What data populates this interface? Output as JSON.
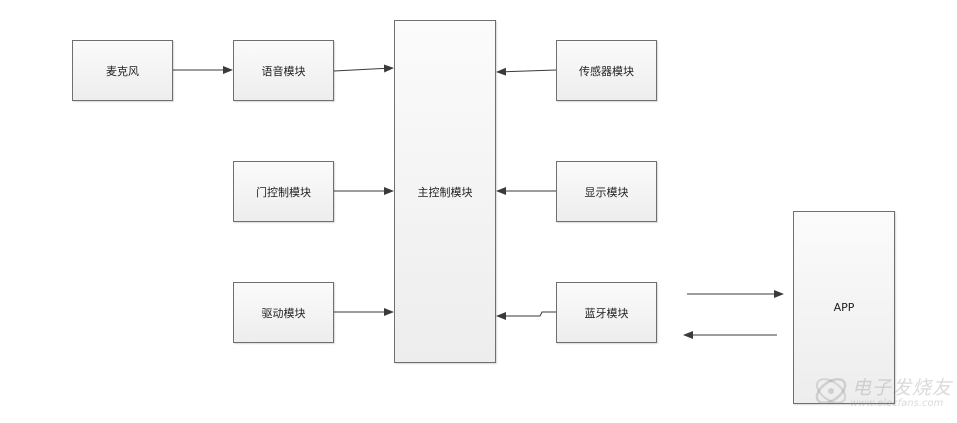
{
  "colors": {
    "line": "#3a3a3a",
    "box_border": "#6f6f6f",
    "box_fill_top": "#fbfbfb",
    "box_fill_bottom": "#ededed",
    "watermark": "#969696"
  },
  "boxes": {
    "microphone": "麦克风",
    "voice_module": "语音模块",
    "door_control_module": "门控制模块",
    "drive_module": "驱动模块",
    "main_control_module": "主控制模块",
    "sensor_module": "传感器模块",
    "display_module": "显示模块",
    "bluetooth_module": "蓝牙模块",
    "app": "APP"
  },
  "watermark": {
    "logo_icon": "electron-swirl-icon",
    "text": "电子发烧友",
    "url": "www.elecfans.com"
  }
}
